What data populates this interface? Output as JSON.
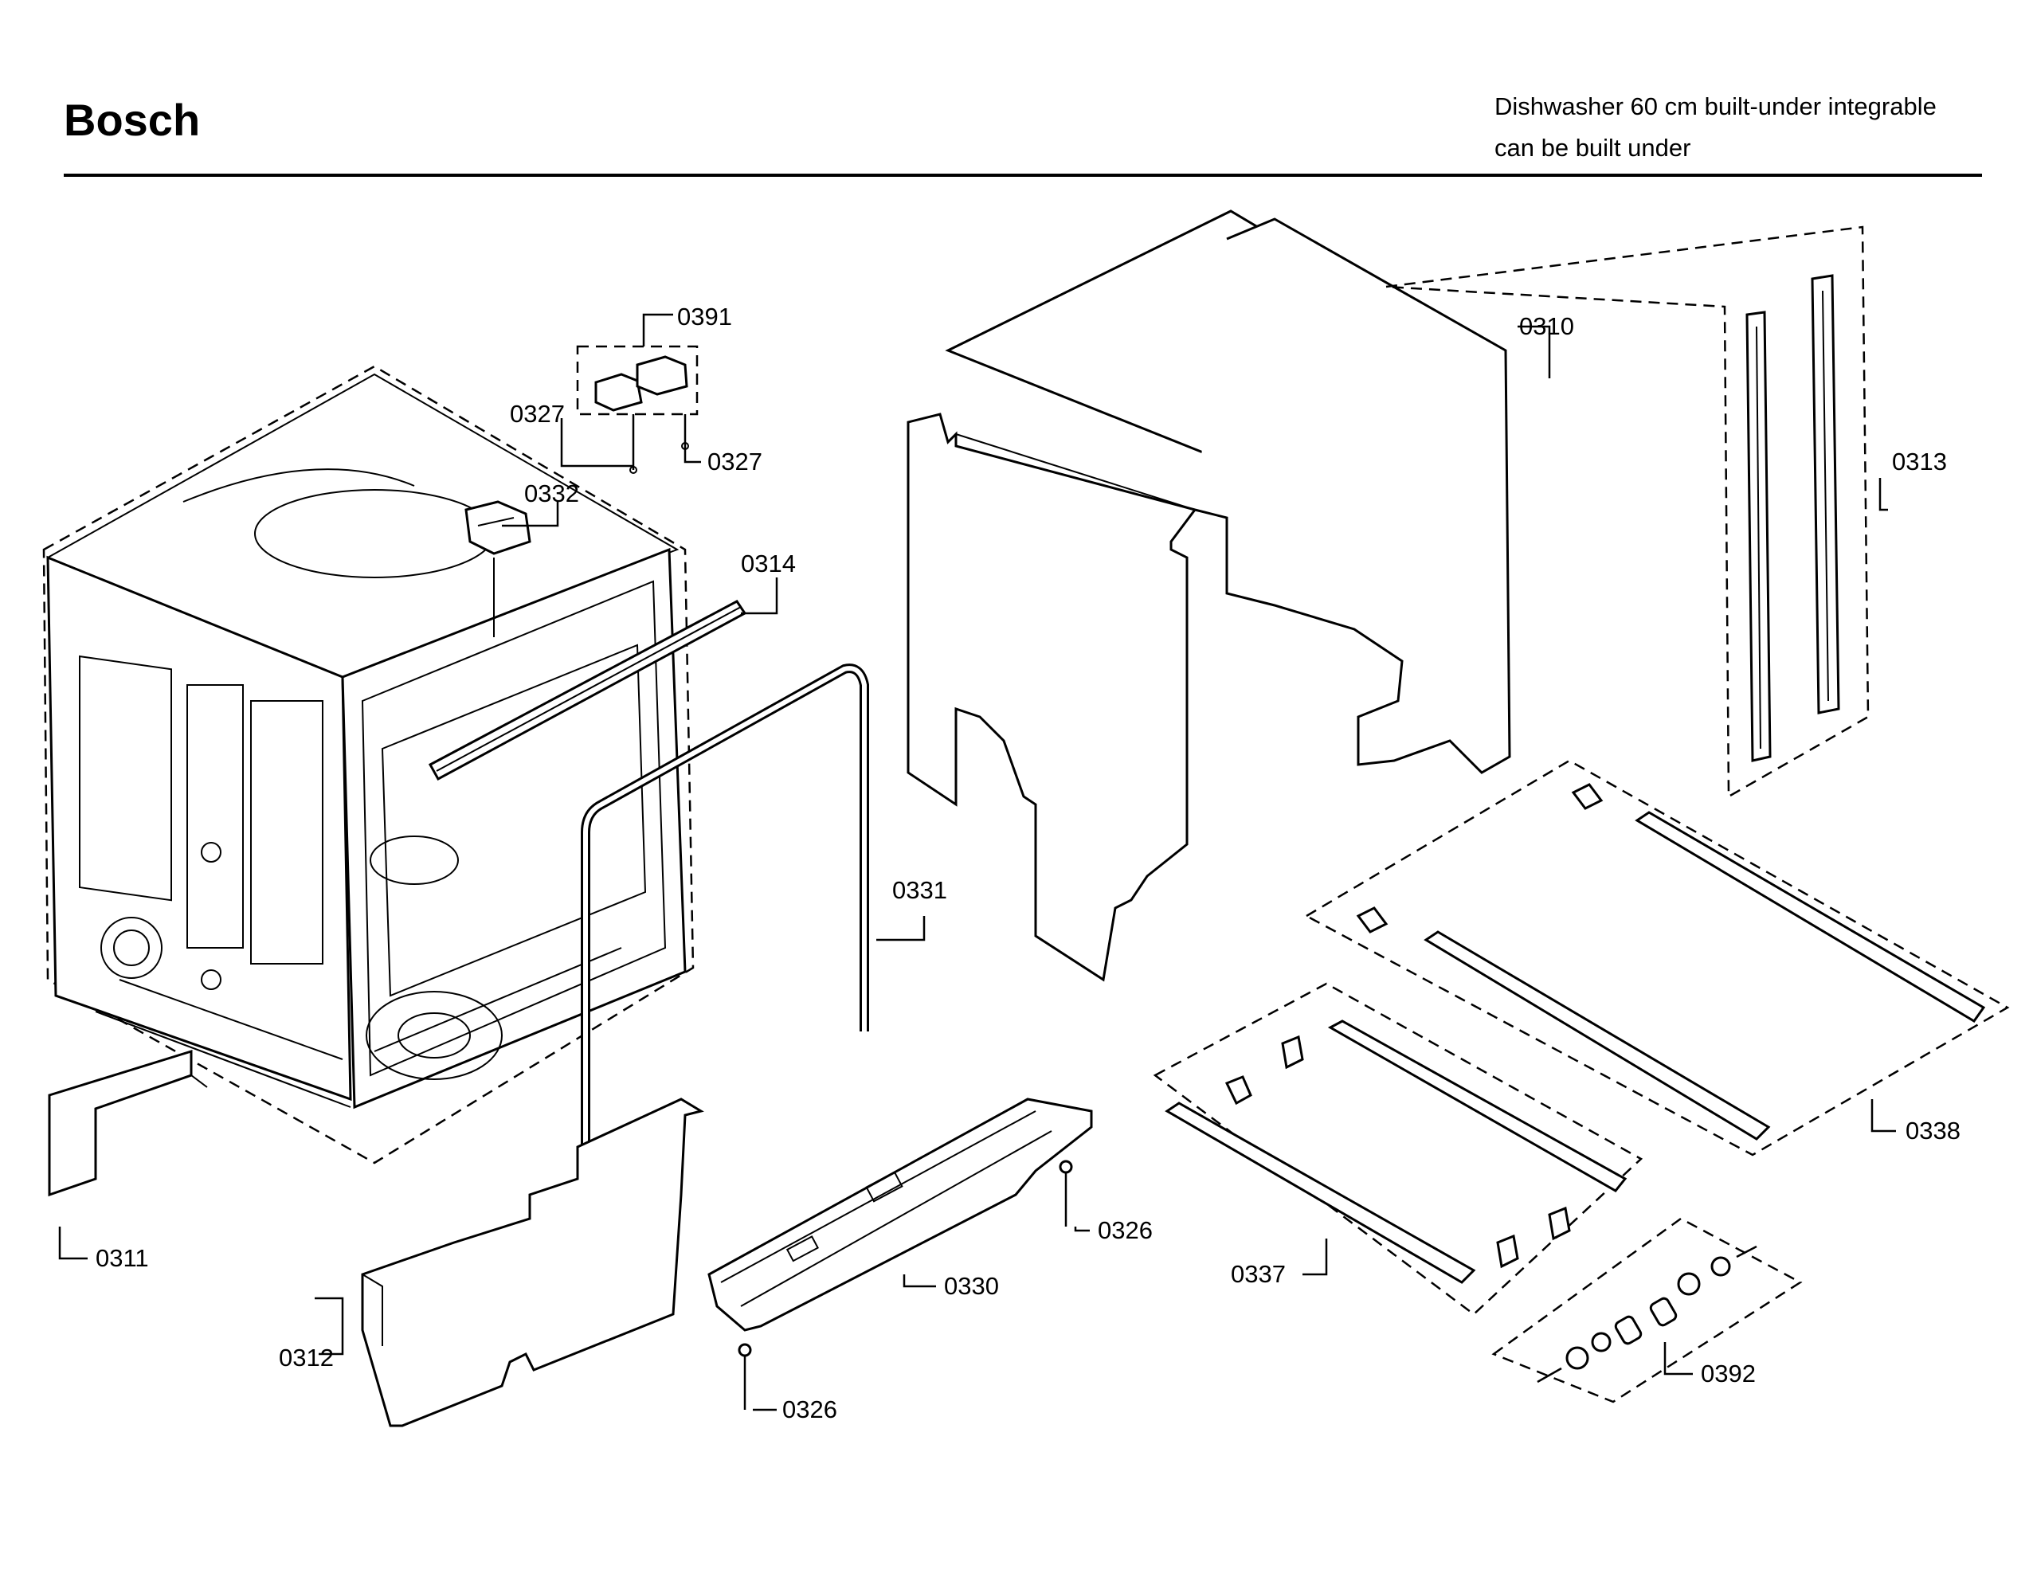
{
  "header": {
    "brand": "Bosch",
    "description_line1": "Dishwasher 60 cm built-under integrable",
    "description_line2": "can be built under"
  },
  "callouts": {
    "p0310": "0310",
    "p0311": "0311",
    "p0312": "0312",
    "p0313": "0313",
    "p0314": "0314",
    "p0326a": "0326",
    "p0326b": "0326",
    "p0327a": "0327",
    "p0327b": "0327",
    "p0330": "0330",
    "p0331": "0331",
    "p0332": "0332",
    "p0337": "0337",
    "p0338": "0338",
    "p0391": "0391",
    "p0392": "0392"
  }
}
